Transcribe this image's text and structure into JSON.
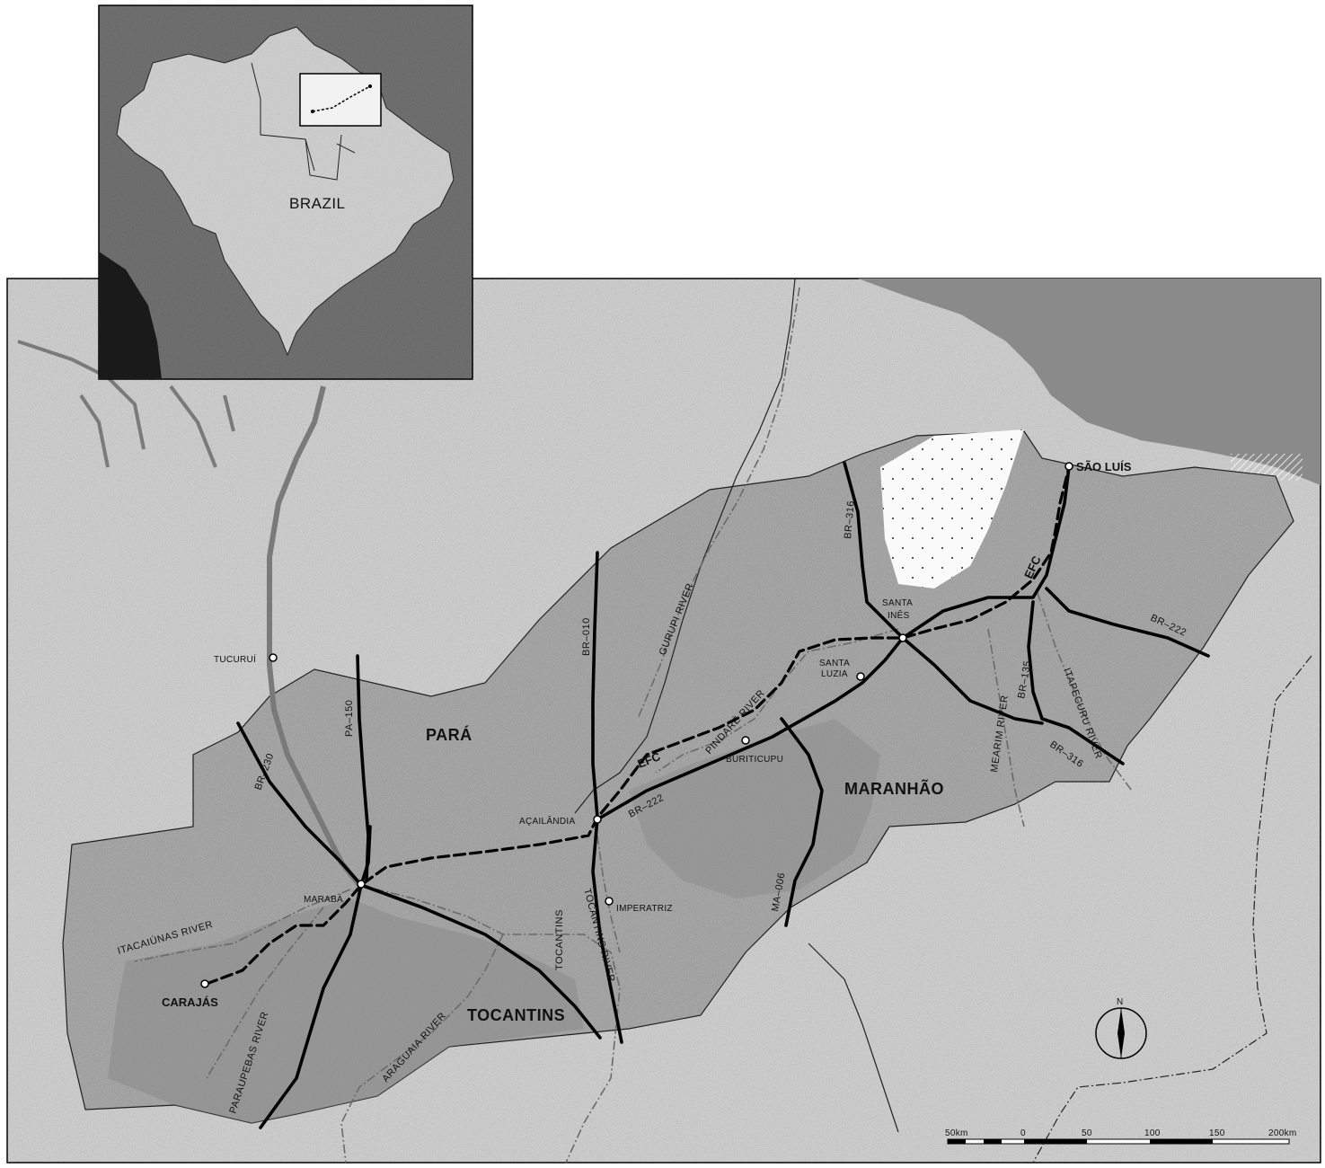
{
  "inset": {
    "country_label": "BRAZIL"
  },
  "states": {
    "para": "PARÁ",
    "maranhao": "MARANHÃO",
    "tocantins": "TOCANTINS"
  },
  "places": {
    "tucurui": "TUCURUÍ",
    "maraba": "MARABÁ",
    "acailandia": "AÇAILÂNDIA",
    "imperatriz": "IMPERATRIZ",
    "buriticupu": "BURITICUPU",
    "santa_luzia_1": "SANTA",
    "santa_luzia_2": "LUZIA",
    "santa_ines_1": "SANTA",
    "santa_ines_2": "INÊS",
    "sao_luis": "SÃO LUÍS",
    "carajas": "CARAJÁS"
  },
  "roads": {
    "br230": "BR–230",
    "pa150": "PA–150",
    "br010": "BR–010",
    "br222_west": "BR–222",
    "br222_east": "BR–222",
    "br316_north": "BR–316",
    "br316_south": "BR–316",
    "br135": "BR–135",
    "ma006": "MA–006"
  },
  "railway": {
    "label_west": "EFC",
    "label_east": "EFC"
  },
  "rivers": {
    "gurupi": "GURUPI RIVER",
    "pindare": "PINDARÉ RIVER",
    "mearim": "MEARIM RIVER",
    "itapecuru": "ITAPECURU RIVER",
    "itacaiunas": "ITACAIÚNAS RIVER",
    "parauapebas": "PARAUPEBAS RIVER",
    "araguaia": "ARAGUAIA RIVER",
    "tocantins_a": "TOCANTINS RIVER",
    "tocantins_b": "TOCANTINS"
  },
  "compass": {
    "north": "N"
  },
  "scale_bar": {
    "labels": [
      "50km",
      "0",
      "50",
      "100",
      "150",
      "200km"
    ]
  },
  "colors": {
    "land_light": "#dcdcdc",
    "land_region": "#b5b5b5",
    "land_dark": "#8a8a8a",
    "ocean_dark": "#1a1a1a",
    "road": "#000000"
  }
}
